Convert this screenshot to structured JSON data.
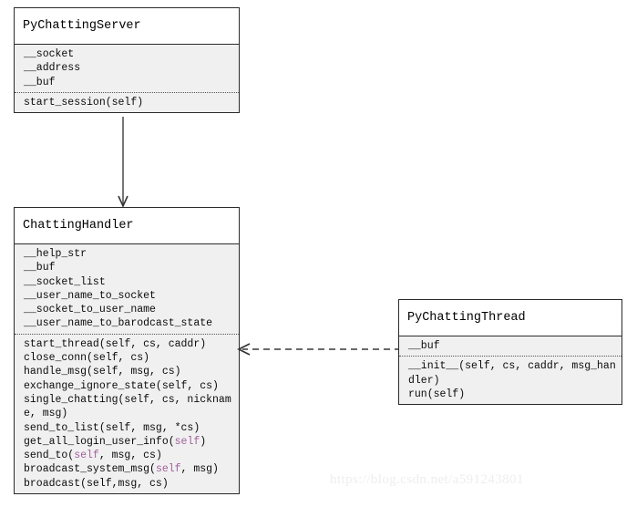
{
  "diagram": {
    "title": "UML class diagram",
    "watermark": "https://blog.csdn.net/a591243801",
    "colors": {
      "border": "#2b2b2b",
      "header_bg": "#ffffff",
      "compartment_bg": "#f0f0f0",
      "text": "#0a0a0a",
      "keyword_self": "#a0609a",
      "watermark": "#eeeeee",
      "connector": "#555555"
    }
  },
  "classes": [
    {
      "name": "PyChattingServer",
      "attributes": [
        "__socket",
        "__address",
        "__buf"
      ],
      "methods": [
        "start_session(self)"
      ]
    },
    {
      "name": "ChattingHandler",
      "attributes": [
        "__help_str",
        "__buf",
        "__socket_list",
        "__user_name_to_socket",
        "__socket_to_user_name",
        "__user_name_to_barodcast_state"
      ],
      "methods": [
        "start_thread(self, cs, caddr)",
        "close_conn(self, cs)",
        "handle_msg(self, msg, cs)",
        "exchange_ignore_state(self, cs)",
        "single_chatting(self, cs, nickname, msg)",
        "send_to_list(self, msg, *cs)",
        "get_all_login_user_info(self)",
        "send_to(self, msg, cs)",
        "broadcast_system_msg(self, msg)",
        "broadcast(self,msg, cs)"
      ]
    },
    {
      "name": "PyChattingThread",
      "attributes": [
        "__buf"
      ],
      "methods": [
        "__init__(self, cs, caddr, msg_handler)",
        "run(self)"
      ]
    }
  ],
  "connectors": [
    {
      "id": "inheritance",
      "style": "solid",
      "arrow": "open-v",
      "from": "PyChattingServer",
      "to": "ChattingHandler",
      "direction": "down"
    },
    {
      "id": "dependency",
      "style": "dashed",
      "arrow": "open-v",
      "from": "PyChattingThread",
      "to": "ChattingHandler",
      "direction": "left"
    }
  ]
}
